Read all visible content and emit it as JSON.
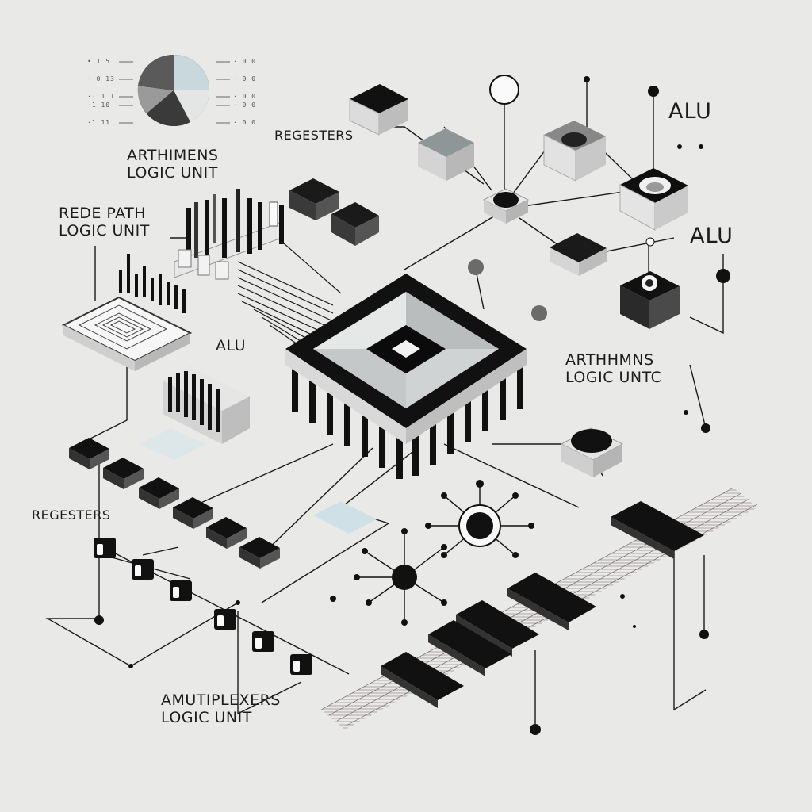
{
  "labels": {
    "arithmetic_top_left": {
      "line1": "ARTHIMENS",
      "line2": "LOGIC UNIT"
    },
    "rede_path": {
      "line1": "REDE PATH",
      "line2": "LOGIC UNIT"
    },
    "registers_top": {
      "text": "REGESTERS"
    },
    "alu_top_right": {
      "text": "ALU"
    },
    "alu_right": {
      "text": "ALU"
    },
    "alu_center_left": {
      "text": "ALU"
    },
    "arithmetic_right": {
      "line1": "ARTHHMNS",
      "line2": "LOGIC UNTC"
    },
    "registers_left": {
      "text": "REGESTERS"
    },
    "multiplexers": {
      "line1": "AMUTIPLEXERS",
      "line2": "LOGIC UNIT"
    }
  },
  "legend": {
    "left_items": [
      "• 1 5",
      "· 0 13",
      "·· 1 11",
      "·1 10",
      "·1 11"
    ],
    "right_items": [
      "· 0 0",
      "· 0 0",
      "· 0 0",
      "· 0 0",
      "· 0 0"
    ]
  },
  "colors": {
    "background": "#e9e9e7",
    "ink": "#111111",
    "accent_blue": "#cfe0e6",
    "mid_gray": "#8a8a8a"
  }
}
